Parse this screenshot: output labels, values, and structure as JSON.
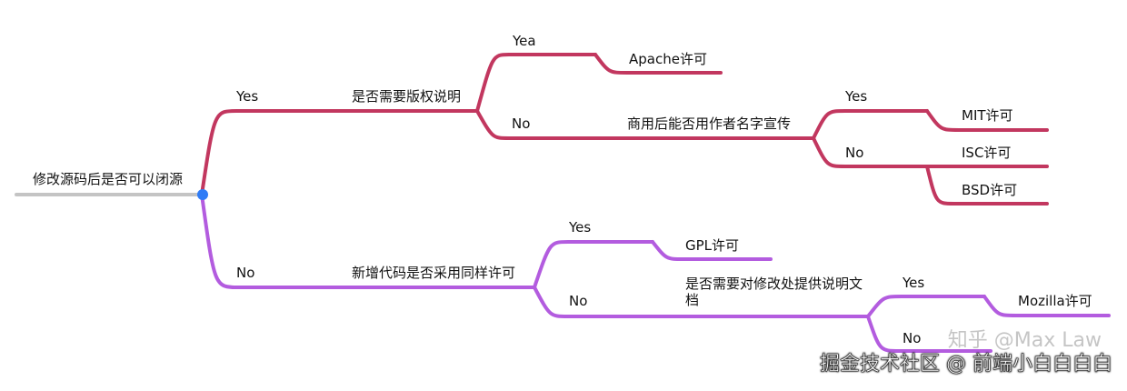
{
  "colors": {
    "yes_branch": "#c2375f",
    "no_branch": "#b35cdf",
    "root_line": "#c4c4c4",
    "root_dot": "#2f7cf6"
  },
  "nodes": {
    "root": "修改源码后是否可以闭源",
    "yes": "Yes",
    "no": "No",
    "copyright_q": "是否需要版权说明",
    "newcode_q": "新增代码是否采用同样许可",
    "yea": "Yea",
    "apache": "Apache许可",
    "no2": "No",
    "commercial_q": "商用后能否用作者名字宣传",
    "yes3": "Yes",
    "mit": "MIT许可",
    "no3": "No",
    "isc": "ISC许可",
    "bsd": "BSD许可",
    "yes4": "Yes",
    "gpl": "GPL许可",
    "no4": "No",
    "docs_q": "是否需要对修改处提供说明文档",
    "yes5": "Yes",
    "mozilla": "Mozilla许可",
    "no5": "No"
  },
  "watermarks": {
    "zhihu": "知乎 @Max Law",
    "juejin": "掘金技术社区 @ 前端小白白白白"
  }
}
